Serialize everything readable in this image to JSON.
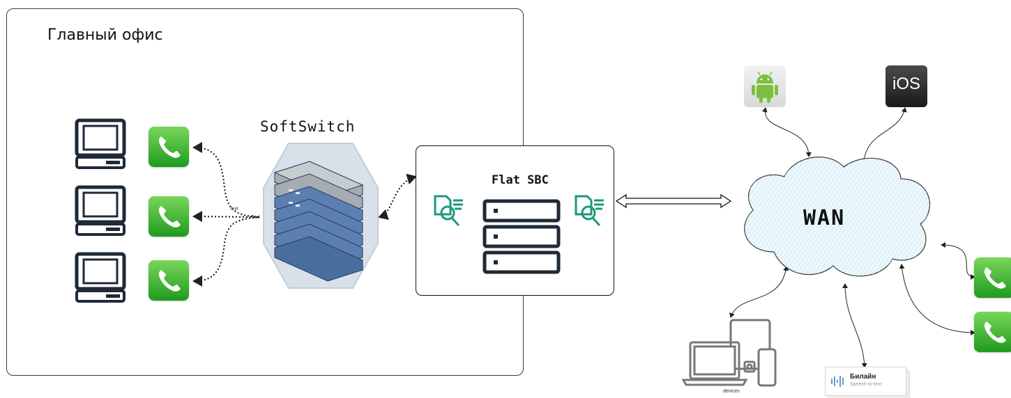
{
  "office": {
    "title": "Главный офис"
  },
  "softswitch": {
    "label": "SoftSwitch"
  },
  "sbc": {
    "label": "Flat SBC"
  },
  "wan": {
    "label": "WAN"
  },
  "connector_labels": [
    "Text",
    "Text"
  ],
  "ios": {
    "label": "iOS"
  },
  "beeline": {
    "name": "Билайн",
    "subtitle": "Speech-to-text"
  },
  "devices": {
    "caption": "devices"
  },
  "icons": {
    "computer": "desktop-computer-icon",
    "phone": "phone-app-icon",
    "server": "server-rack-icon",
    "document_search": "document-search-icon",
    "android": "android-icon",
    "ios": "ios-icon",
    "cloud": "cloud-icon",
    "devices": "devices-icon",
    "sound_wave": "sound-wave-icon"
  },
  "colors": {
    "phone_green": "#2ea82e",
    "monitor_navy": "#1f2937",
    "server_blue": "#5b7fb3",
    "server_gray": "#9aa1a9",
    "doc_search_teal": "#1a9a7a",
    "cloud_fill": "#e8f6fb",
    "android_green": "#7cbf3e"
  }
}
